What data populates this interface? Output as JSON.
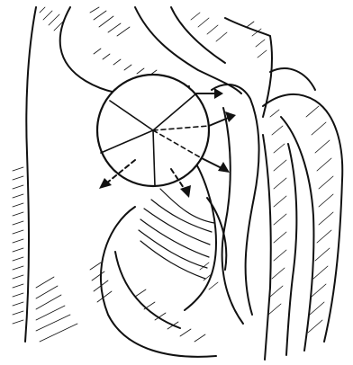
{
  "figure": {
    "ink_color": "#111111",
    "paper_color": "#ffffff",
    "style": "black-and-white anatomical line drawing with hatching",
    "circle_sectors": 6,
    "arrow_count": 5
  }
}
